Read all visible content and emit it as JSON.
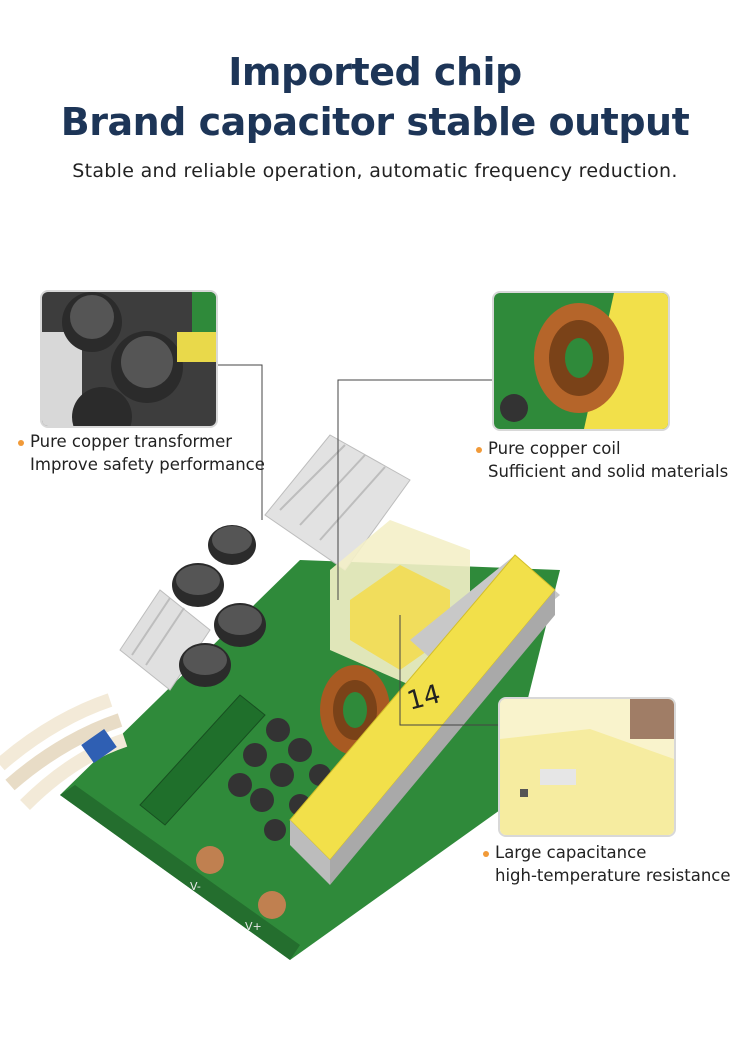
{
  "header": {
    "title_line1": "Imported chip",
    "title_line2": "Brand capacitor stable output",
    "subtitle": "Stable and reliable operation, automatic frequency reduction."
  },
  "callouts": [
    {
      "line1": "Pure copper transformer",
      "line2": "Improve safety performance"
    },
    {
      "line1": "Pure copper coil",
      "line2": "Sufficient and solid materials"
    },
    {
      "line1": "Large capacitance",
      "line2": "high-temperature resistance"
    }
  ],
  "board": {
    "marker_text": "14",
    "terminal_v_minus": "V-",
    "terminal_v_plus": "V+"
  },
  "colors": {
    "title": "#1d3557",
    "bullet": "#f19a38",
    "pcb_green": "#2f8a3a",
    "tape_yellow": "#f2e04a",
    "copper": "#b5652a",
    "heatsink": "#d9d9d9"
  }
}
